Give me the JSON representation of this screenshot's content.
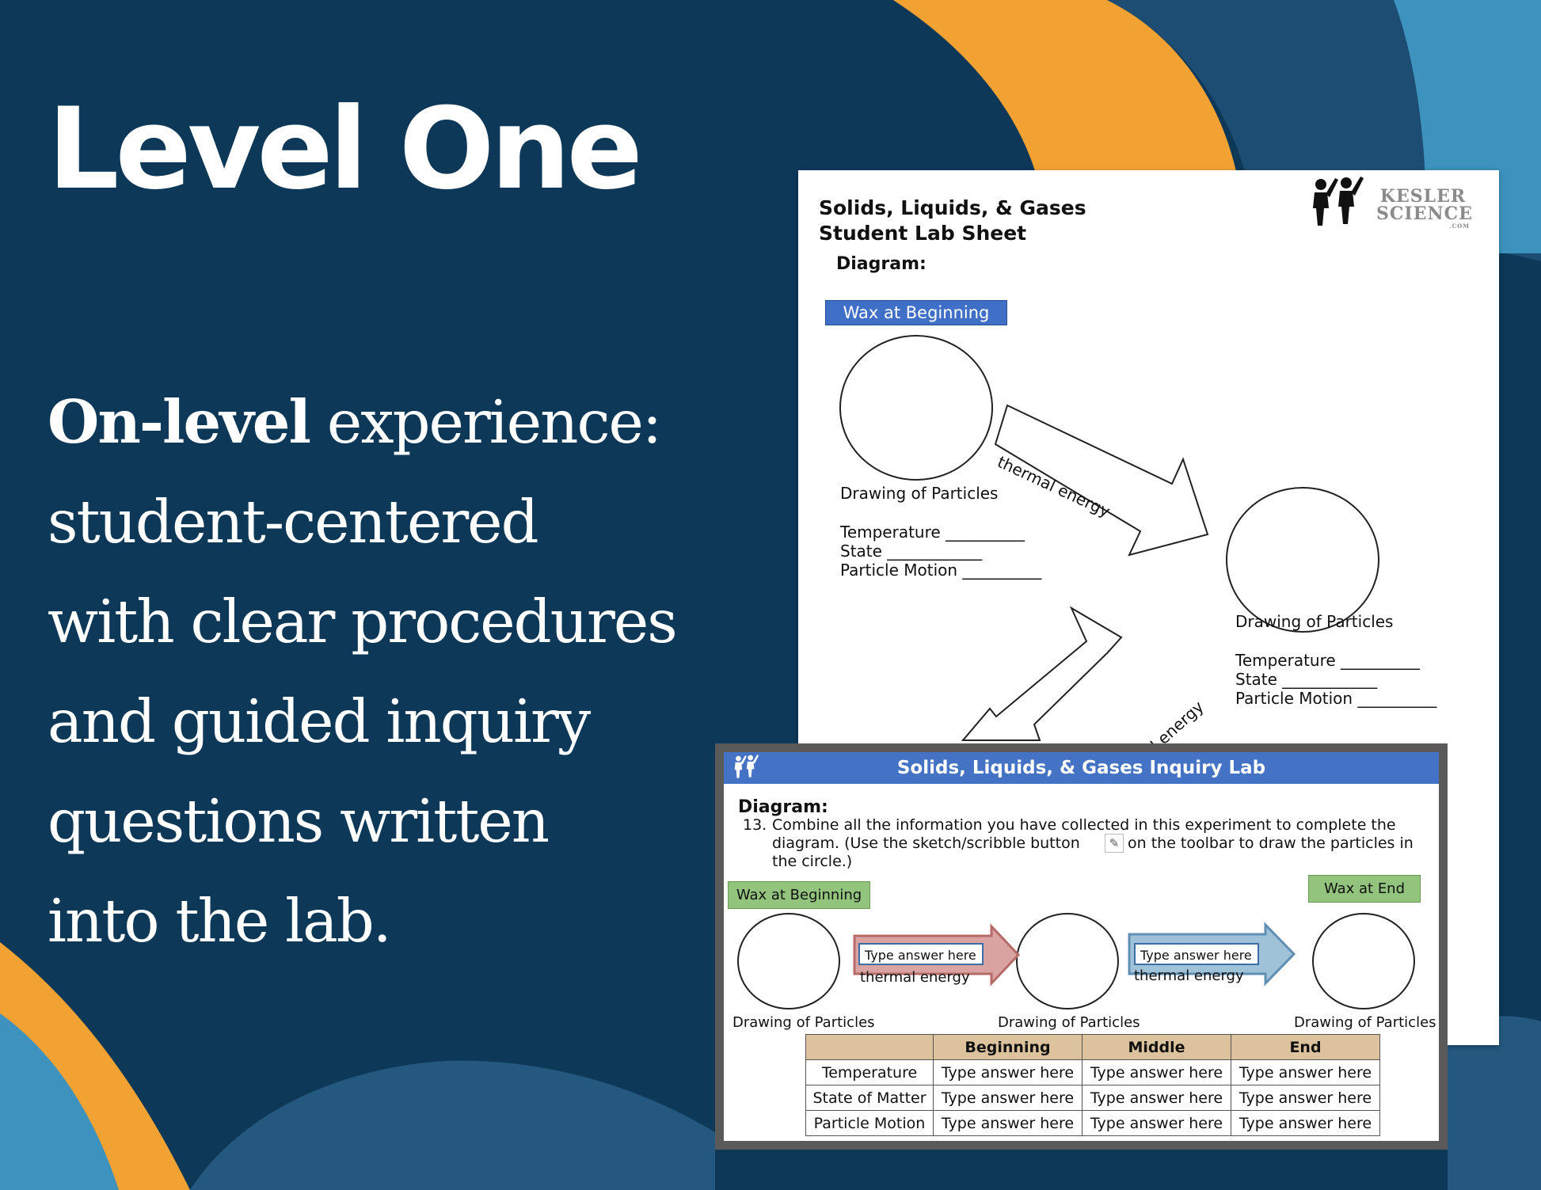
{
  "title": "Level One",
  "description": {
    "bold": "On-level",
    "lead": " experience:",
    "lines": [
      "student-centered",
      "with clear procedures",
      "and guided inquiry",
      "questions written",
      "into the lab."
    ]
  },
  "colors": {
    "navy": "#0e3858",
    "orange": "#f2a232",
    "teal": "#3d93be",
    "blue_header": "#4472c4"
  },
  "lab_sheet": {
    "title_line1": "Solids, Liquids, & Gases",
    "title_line2": "Student Lab Sheet",
    "diagram_label": "Diagram:",
    "wax_begin": "Wax at Beginning",
    "logo_icon": "students-raising-hands-icon",
    "logo_text1": "KESLER",
    "logo_text2": "SCIENCE",
    "logo_text3": ".COM",
    "drawing": "Drawing of Particles",
    "temperature": "Temperature __________",
    "state": "State ____________",
    "motion": "Particle Motion __________",
    "arrow1": "thermal energy",
    "arrow2": "l energy"
  },
  "digital_lab": {
    "header": "Solids, Liquids, & Gases Inquiry Lab",
    "header_icon": "students-raising-hands-icon",
    "diagram_label": "Diagram:",
    "q_num": "13.",
    "q_line1": "Combine all the information you have collected in this experiment to complete the",
    "q_line2a": "diagram. (Use the sketch/scribble button",
    "q_line2b": "on the toolbar to draw the particles in",
    "q_line3": "the circle.)",
    "scribble_icon": "scribble-icon",
    "wax_begin": "Wax at Beginning",
    "wax_end": "Wax at End",
    "answer_placeholder": "Type answer here",
    "thermal": "thermal energy",
    "drawing": "Drawing of Particles",
    "table": {
      "headers": [
        "",
        "Beginning",
        "Middle",
        "End"
      ],
      "rows": [
        {
          "label": "Temperature",
          "cells": [
            "Type answer here",
            "Type answer here",
            "Type answer here"
          ]
        },
        {
          "label": "State of Matter",
          "cells": [
            "Type answer here",
            "Type answer here",
            "Type answer here"
          ]
        },
        {
          "label": "Particle Motion",
          "cells": [
            "Type answer here",
            "Type answer here",
            "Type answer here"
          ]
        }
      ]
    }
  }
}
